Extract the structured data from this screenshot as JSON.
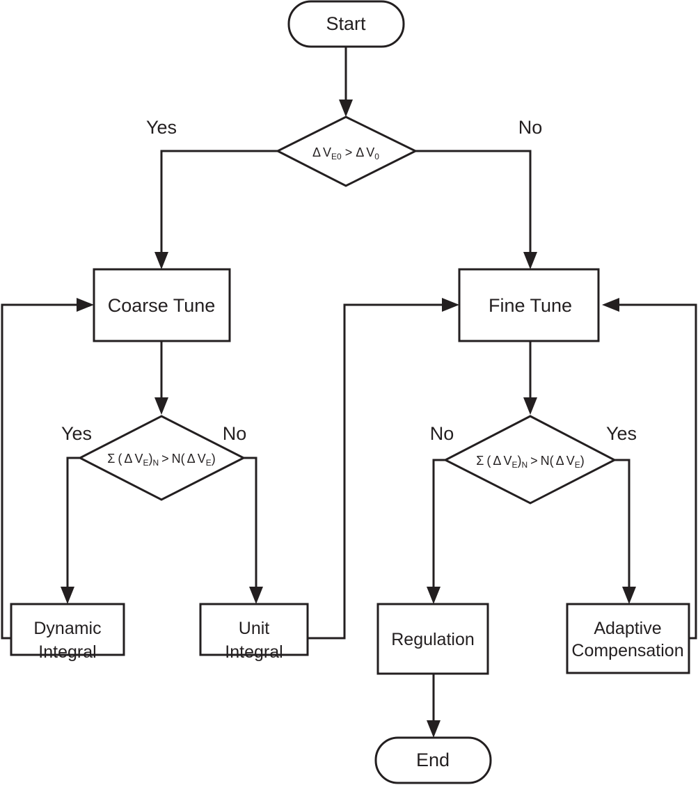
{
  "nodes": {
    "start": "Start",
    "decision_top": {
      "delta": "Δ",
      "v": "V",
      "e0": "E0",
      "gt": ">",
      "delta2": "Δ",
      "v2": "V",
      "zero": "0"
    },
    "coarse_tune": "Coarse Tune",
    "fine_tune": "Fine Tune",
    "decision_coarse": {
      "sigma": "Σ",
      "open": "(",
      "delta": "Δ",
      "v": "V",
      "e": "E",
      "close": ")",
      "n": "N",
      "gt": ">",
      "n2": "N(",
      "delta2": "Δ",
      "v2": "V",
      "e2": "E",
      "close2": ")"
    },
    "decision_fine": {
      "sigma": "Σ",
      "open": "(",
      "delta": "Δ",
      "v": "V",
      "e": "E",
      "close": ")",
      "n": "N",
      "gt": ">",
      "n2": "N(",
      "delta2": "Δ",
      "v2": "V",
      "e2": "E",
      "close2": ")"
    },
    "dynamic_integral": [
      "Dynamic",
      "Integral"
    ],
    "unit_integral": [
      "Unit",
      "Integral"
    ],
    "regulation": "Regulation",
    "adaptive_compensation": [
      "Adaptive",
      "Compensation"
    ],
    "end": "End"
  },
  "edge_labels": {
    "top_yes": "Yes",
    "top_no": "No",
    "coarse_yes": "Yes",
    "coarse_no": "No",
    "fine_no": "No",
    "fine_yes": "Yes"
  }
}
